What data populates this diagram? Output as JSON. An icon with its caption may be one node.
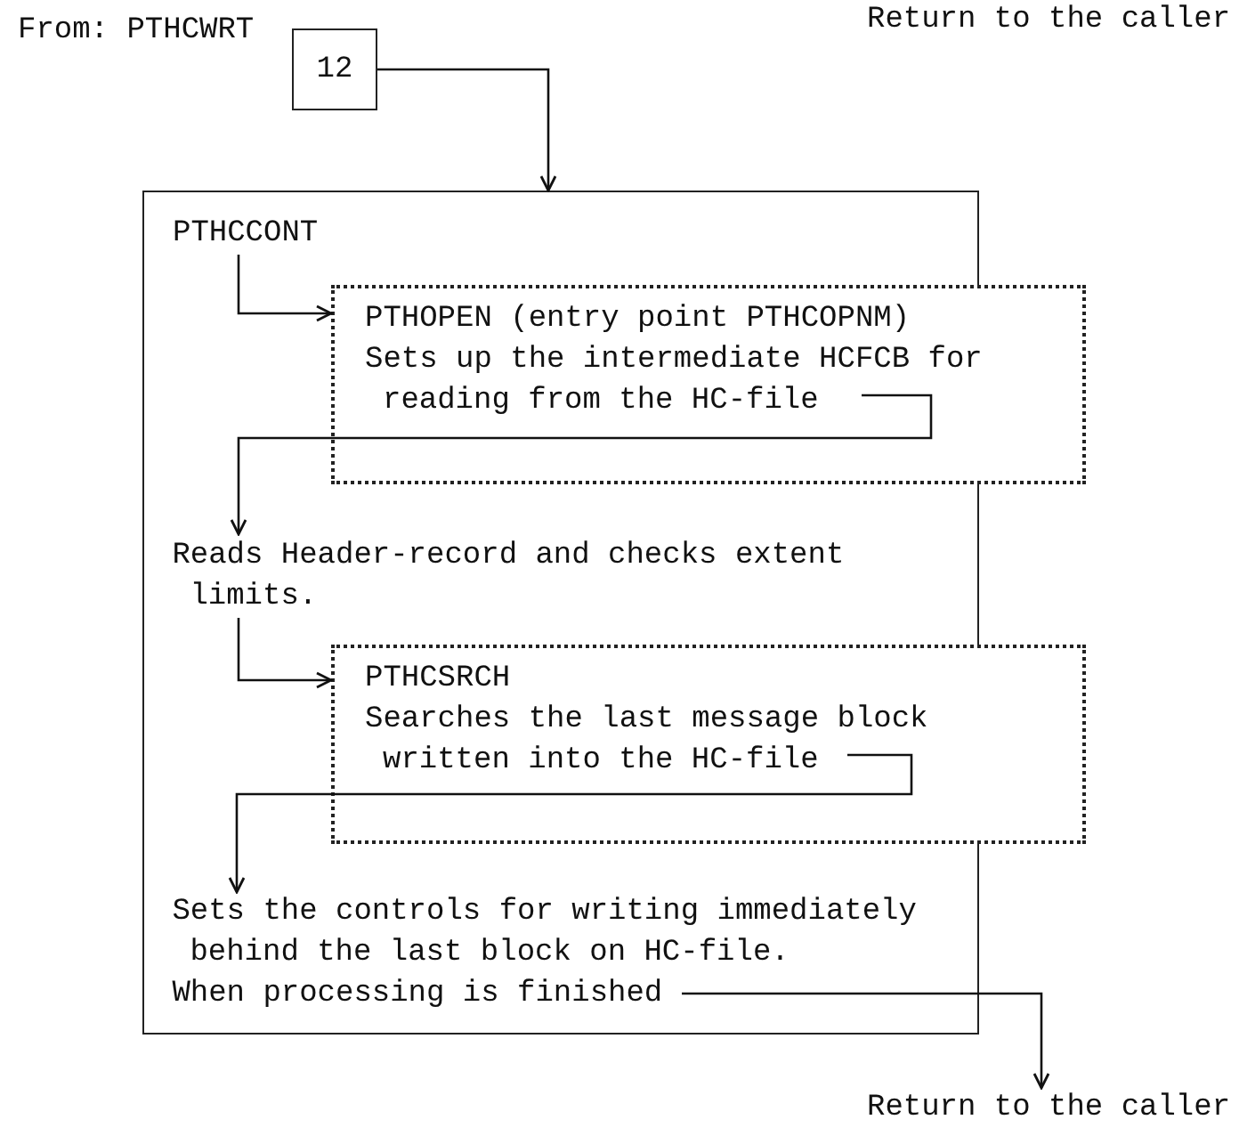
{
  "diagram": {
    "nodes": [
      {
        "text": [
          "12"
        ]
      },
      {
        "text": [
          "PTHCCONT"
        ]
      },
      {
        "text": [
          "PTHOPEN (entry point PTHCOPNM)",
          "Sets up the intermediate HCFCB for reading from the HC-file"
        ]
      },
      {
        "text": [
          "Reads Header-record and checks extent limits."
        ],
        "in": 1
      },
      {
        "text": [
          "PTHCSRCH",
          "Searches the last message block written into the HC-file"
        ]
      },
      {
        "text": [
          "Sets the controls for writing immediately behind the last block on HC-file."
        ],
        "in": 1
      },
      {
        "text": [
          "When processing is finished"
        ],
        "in": 1
      },
      {
        "text": [
          "Return to the caller"
        ]
      }
    ],
    "edges": [
      {
        "from": 0,
        "to": 1,
        "arrow": "to"
      },
      {
        "from": 1,
        "to": 2,
        "arrow": "to"
      },
      {
        "from": 2,
        "to": 3,
        "arrow": "to"
      },
      {
        "from": 3,
        "to": 4,
        "arrow": "to"
      },
      {
        "from": 4,
        "to": 5,
        "arrow": "to"
      },
      {
        "from": 6,
        "to": 7,
        "arrow": "to"
      }
    ],
    "labels": [
      "Return to the caller",
      "From: PTHCWRT"
    ]
  }
}
